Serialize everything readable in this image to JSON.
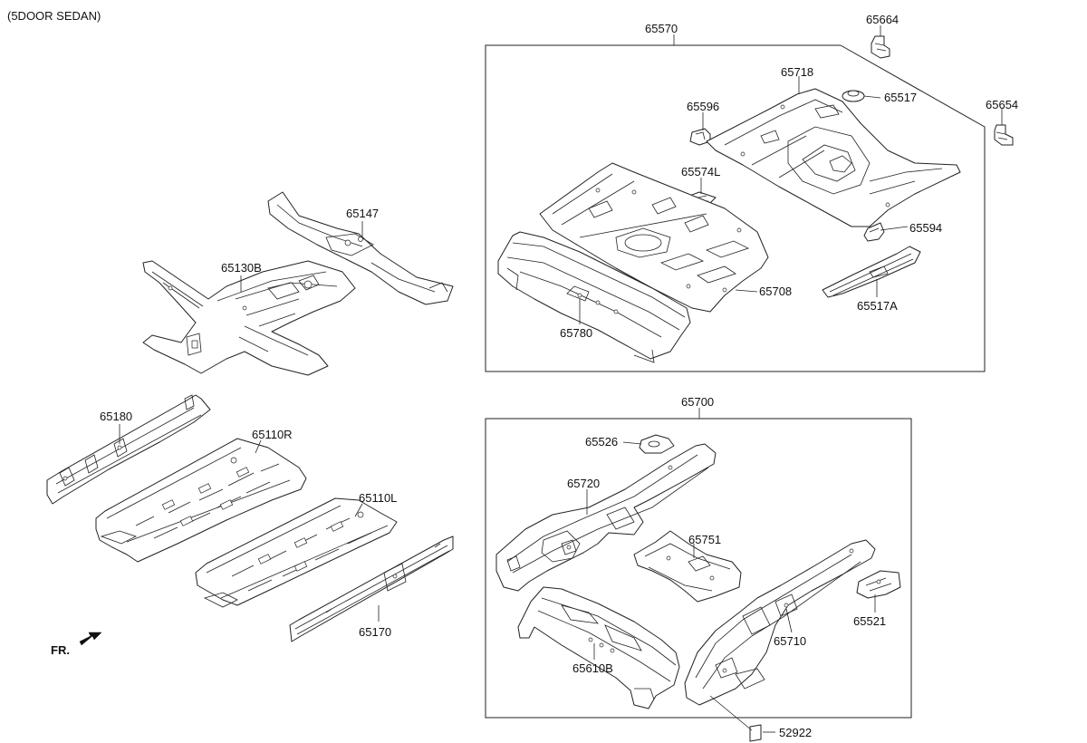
{
  "header": {
    "variant_label": "(5DOOR SEDAN)"
  },
  "orientation": {
    "front_label": "FR."
  },
  "parts": {
    "p65147": "65147",
    "p65130b": "65130B",
    "p65180": "65180",
    "p65110r": "65110R",
    "p65110l": "65110L",
    "p65170": "65170",
    "p65570": "65570",
    "p65664": "65664",
    "p65654": "65654",
    "p65718": "65718",
    "p65517": "65517",
    "p65596": "65596",
    "p65574l": "65574L",
    "p65594": "65594",
    "p65708": "65708",
    "p65517a": "65517A",
    "p65780": "65780",
    "p65700": "65700",
    "p65526": "65526",
    "p65720": "65720",
    "p65751": "65751",
    "p65521": "65521",
    "p65710": "65710",
    "p65610b": "65610B",
    "p52922": "52922"
  }
}
